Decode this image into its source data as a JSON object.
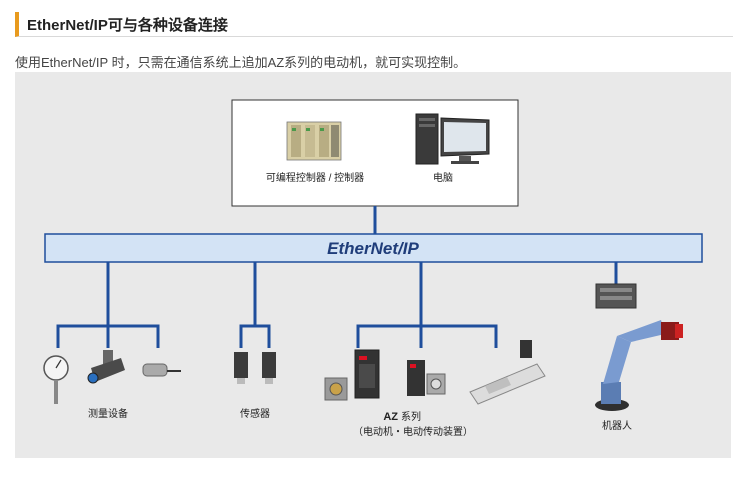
{
  "heading": {
    "title": "EtherNet/IP可与各种设备连接"
  },
  "intro": {
    "text": "使用EtherNet/IP 时，只需在通信系统上追加AZ系列的电动机，就可实现控制。"
  },
  "diagram": {
    "top_box": {
      "plc_label": "可编程控制器 / 控制器",
      "pc_label": "电脑"
    },
    "network_bar": {
      "logo": "EtherNet/IP"
    },
    "groups": {
      "measuring": "测量设备",
      "sensor": "传感器",
      "az_title": "AZ",
      "az_suffix": "系列",
      "az_sub": "（电动机・电动传动装置）",
      "robot": "机器人"
    },
    "colors": {
      "line": "#1f4e9c",
      "bar_fill": "#d3e3f5",
      "accent": "#e89a1e"
    }
  }
}
